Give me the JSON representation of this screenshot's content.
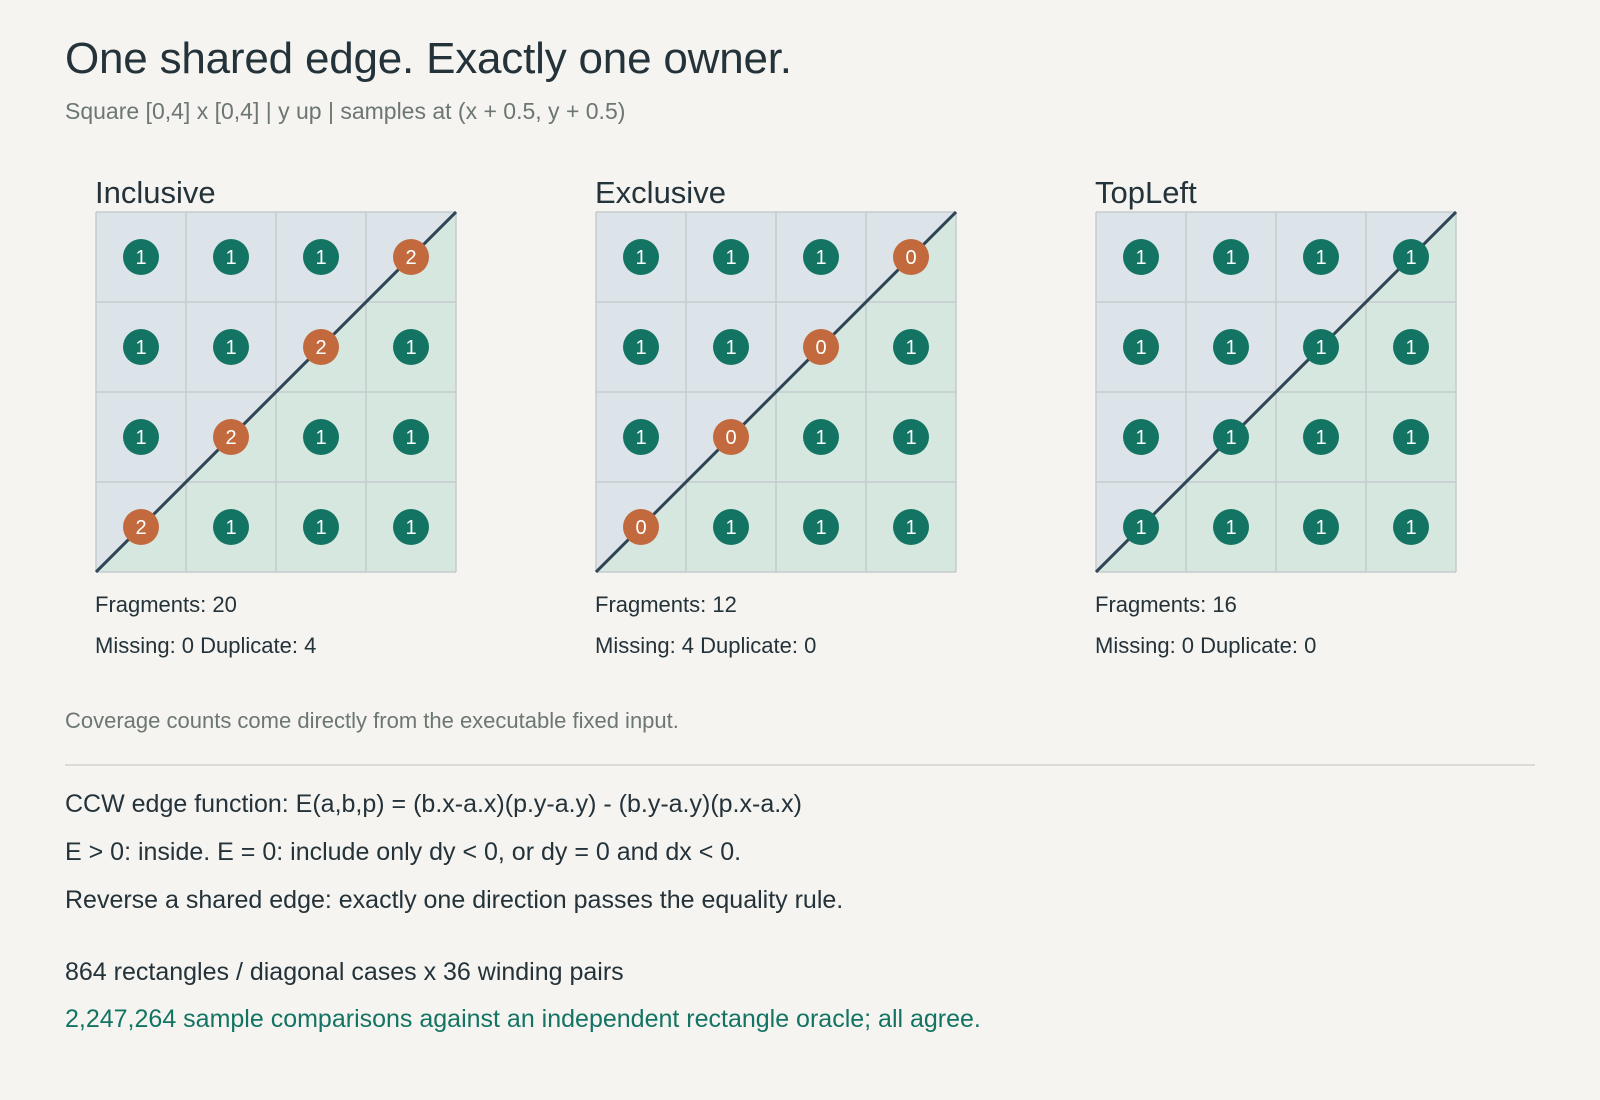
{
  "header": {
    "title": "One shared edge. Exactly one owner.",
    "subtitle": "Square [0,4] x [0,4] | y up | samples at (x + 0.5, y + 0.5)"
  },
  "colors": {
    "upper_fill": "#dde4e9",
    "lower_fill": "#d6e7df",
    "grid_line": "#c3ccce",
    "edge_line": "#2f4454",
    "single_badge": "#137463",
    "conflict_badge": "#c26a3e"
  },
  "panels": [
    {
      "title": "Inclusive",
      "grid": [
        [
          1,
          1,
          1,
          2
        ],
        [
          1,
          1,
          2,
          1
        ],
        [
          1,
          2,
          1,
          1
        ],
        [
          2,
          1,
          1,
          1
        ]
      ],
      "fragments": "Fragments: 20",
      "missing_duplicate": "Missing: 0 Duplicate: 4"
    },
    {
      "title": "Exclusive",
      "grid": [
        [
          1,
          1,
          1,
          0
        ],
        [
          1,
          1,
          0,
          1
        ],
        [
          1,
          0,
          1,
          1
        ],
        [
          0,
          1,
          1,
          1
        ]
      ],
      "fragments": "Fragments: 12",
      "missing_duplicate": "Missing: 4 Duplicate: 0"
    },
    {
      "title": "TopLeft",
      "grid": [
        [
          1,
          1,
          1,
          1
        ],
        [
          1,
          1,
          1,
          1
        ],
        [
          1,
          1,
          1,
          1
        ],
        [
          1,
          1,
          1,
          1
        ]
      ],
      "fragments": "Fragments: 16",
      "missing_duplicate": "Missing: 0 Duplicate: 0"
    }
  ],
  "note": "Coverage counts come directly from the executable fixed input.",
  "rules": [
    "CCW edge function: E(a,b,p) = (b.x-a.x)(p.y-a.y) - (b.y-a.y)(p.x-a.x)",
    "E > 0: inside. E = 0: include only dy < 0, or dy = 0 and dx < 0.",
    "Reverse a shared edge: exactly one direction passes the equality rule."
  ],
  "summary": {
    "cases": "864 rectangles / diagonal cases x 36 winding pairs",
    "verification": "2,247,264 sample comparisons against an independent rectangle oracle; all agree."
  }
}
